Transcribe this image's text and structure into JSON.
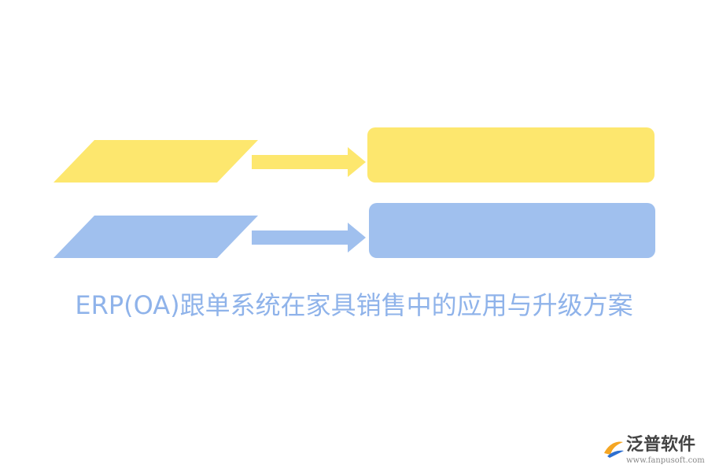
{
  "colors": {
    "yellow": "#fde76e",
    "blue": "#a0c0ee",
    "title": "#8fb3ea",
    "logo_text": "#444444",
    "logo_url": "#888888",
    "logo_icon_orange": "#f5a623",
    "logo_icon_blue": "#2d6fd0"
  },
  "diagram": {
    "rows": [
      {
        "color_key": "yellow",
        "input_text": "",
        "output_text": ""
      },
      {
        "color_key": "blue",
        "input_text": "",
        "output_text": ""
      }
    ]
  },
  "title": {
    "text": "ERP(OA)跟单系统在家具销售中的应用与升级方案"
  },
  "logo": {
    "name": "泛普软件",
    "url": "www.fanpusoft.com"
  }
}
